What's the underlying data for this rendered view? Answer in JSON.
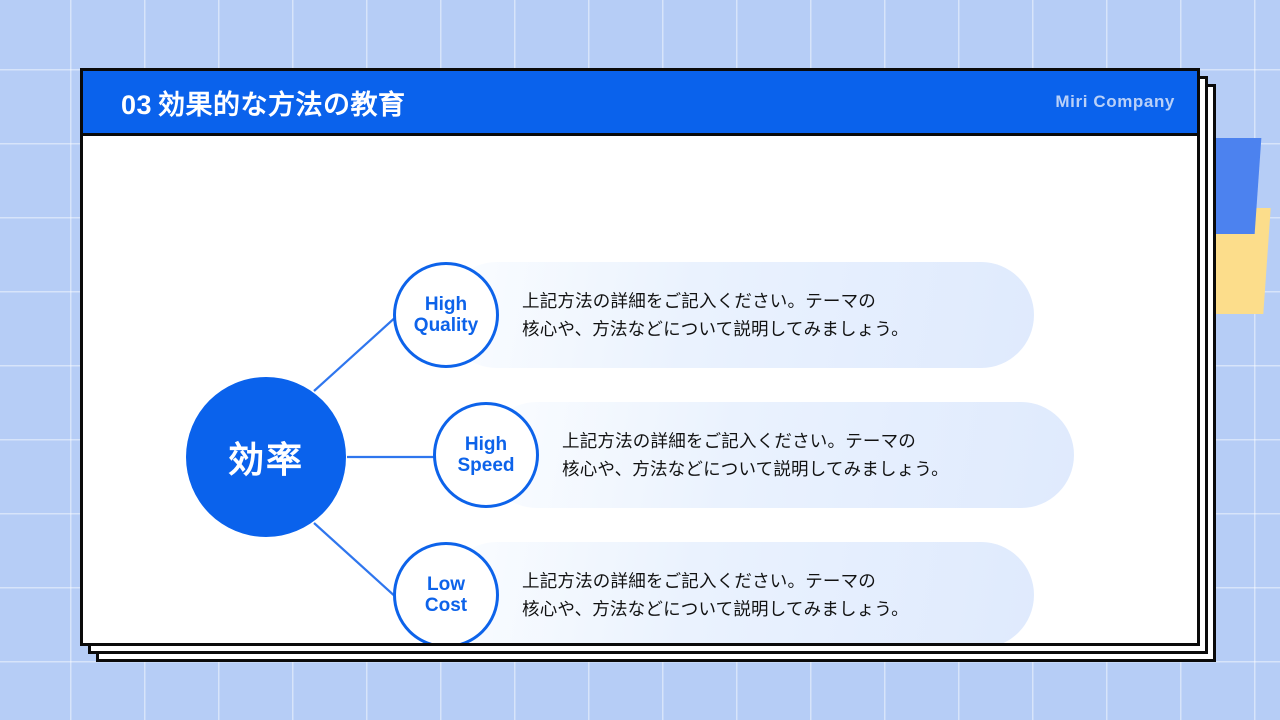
{
  "header": {
    "number": "03",
    "title": "効果的な方法の教育",
    "company": "Miri Company"
  },
  "diagram": {
    "hub_label": "効率",
    "branches": [
      {
        "label_line1": "High",
        "label_line2": "Quality",
        "description": "上記方法の詳細をご記入ください。テーマの\n核心や、方法などについて説明してみましょう。"
      },
      {
        "label_line1": "High",
        "label_line2": "Speed",
        "description": "上記方法の詳細をご記入ください。テーマの\n核心や、方法などについて説明してみましょう。"
      },
      {
        "label_line1": "Low",
        "label_line2": "Cost",
        "description": "上記方法の詳細をご記入ください。テーマの\n核心や、方法などについて説明してみましょう。"
      }
    ]
  },
  "colors": {
    "brand_blue": "#0a62ec",
    "node_blue": "#0d63ea",
    "background_blue": "#b6cdf6",
    "company_text": "#b9d0f8",
    "deco_blue": "#4c82ef",
    "deco_yellow": "#fcdd8b",
    "pill_gradient_start": "#fbfdff",
    "pill_gradient_end": "#dfeafd"
  }
}
